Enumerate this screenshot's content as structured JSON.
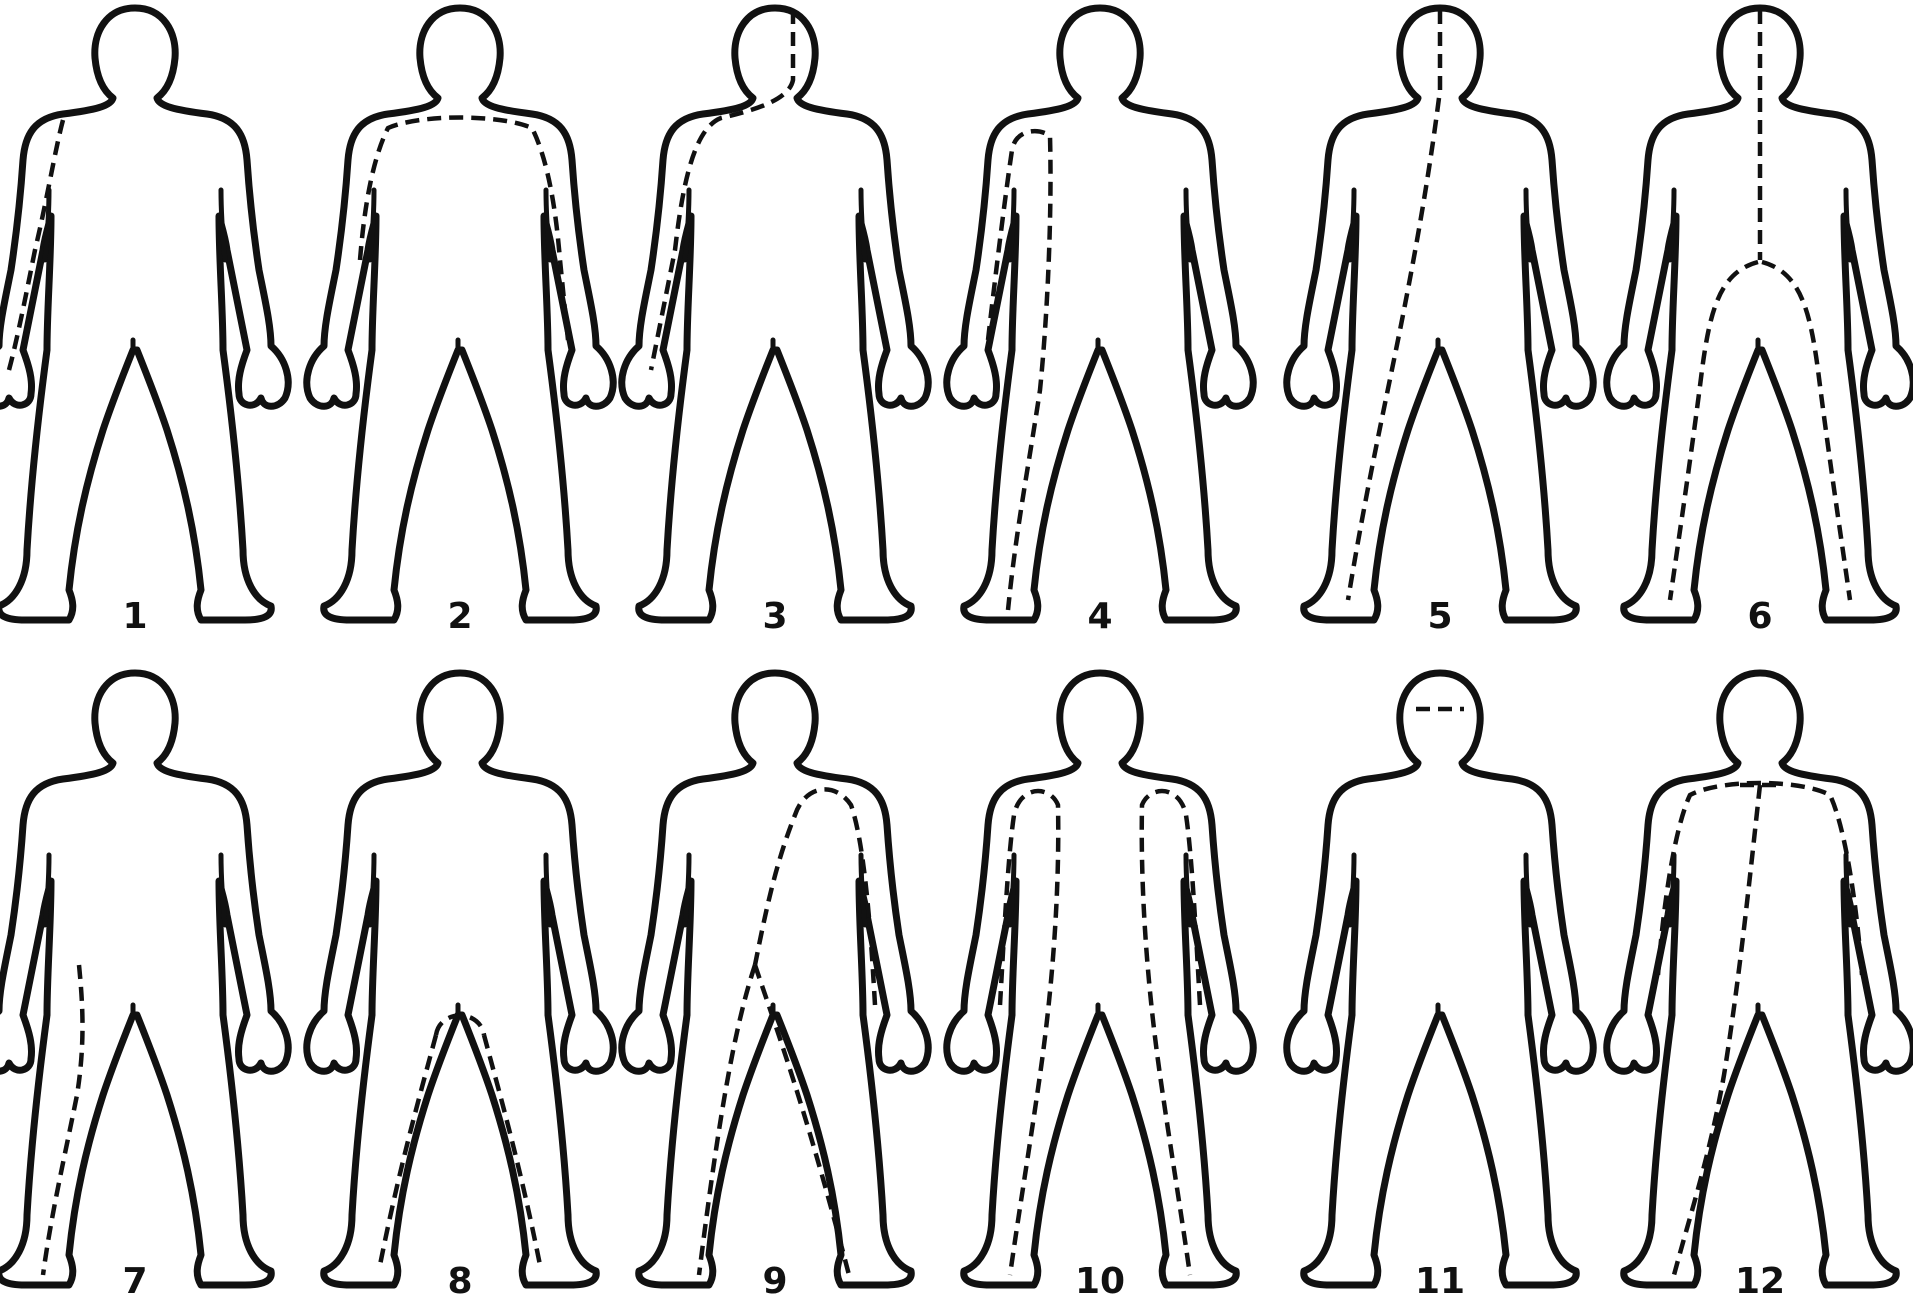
{
  "figure": {
    "panels": [
      {
        "label": "1",
        "route": "r1"
      },
      {
        "label": "2",
        "route": "r2"
      },
      {
        "label": "3",
        "route": "r3"
      },
      {
        "label": "4",
        "route": "r4"
      },
      {
        "label": "5",
        "route": "r5"
      },
      {
        "label": "6",
        "route": "r6"
      },
      {
        "label": "7",
        "route": "r7"
      },
      {
        "label": "8",
        "route": "r8"
      },
      {
        "label": "9",
        "route": "r9"
      },
      {
        "label": "10",
        "route": "r10"
      },
      {
        "label": "11",
        "route": "r11"
      },
      {
        "label": "12",
        "route": "r12"
      }
    ],
    "colors": {
      "line": "#111111",
      "background": "#ffffff"
    }
  }
}
